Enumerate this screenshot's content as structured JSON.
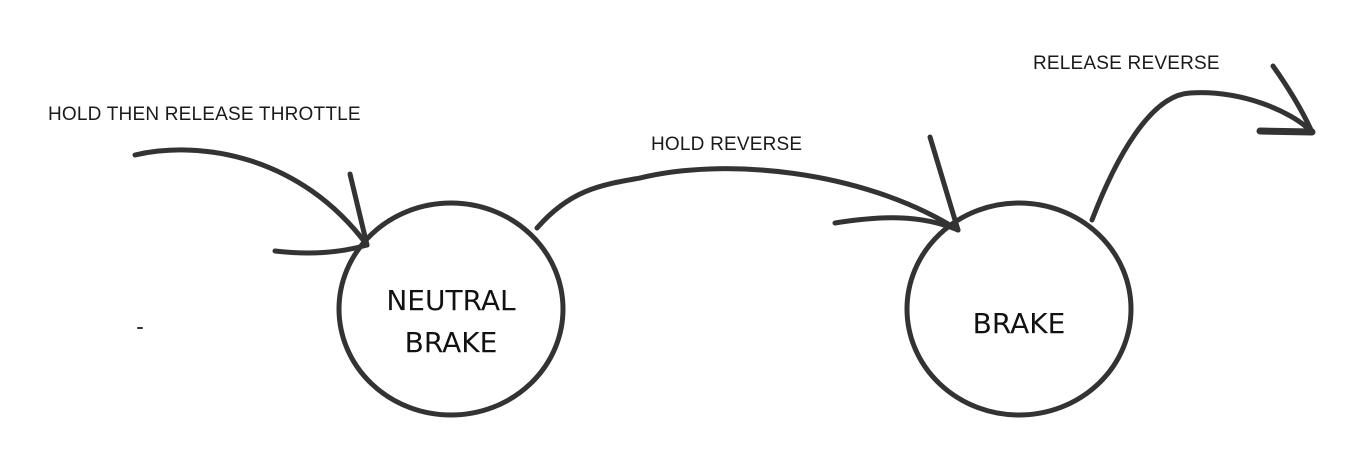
{
  "diagram": {
    "states": [
      {
        "id": "neutral-brake",
        "lines": [
          "NEUTRAL",
          "BRAKE"
        ]
      },
      {
        "id": "brake",
        "lines": [
          "BRAKE"
        ]
      }
    ],
    "transitions": [
      {
        "id": "entry",
        "label": "HOLD THEN RELEASE THROTTLE",
        "to": "neutral-brake"
      },
      {
        "id": "neutral-to-brake",
        "label": "HOLD REVERSE",
        "from": "neutral-brake",
        "to": "brake"
      },
      {
        "id": "exit",
        "label": "RELEASE REVERSE",
        "from": "brake"
      }
    ],
    "stroke_color": "#333333"
  }
}
